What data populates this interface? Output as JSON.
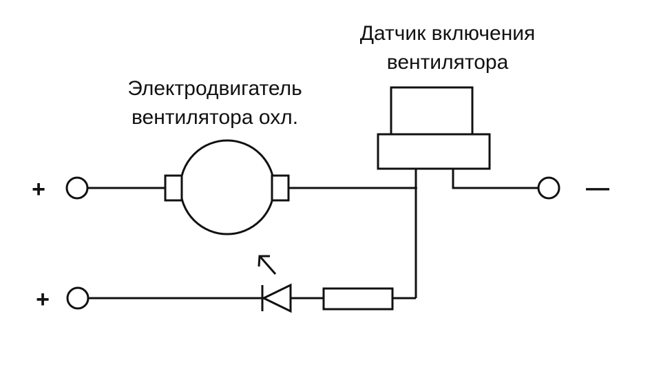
{
  "labels": {
    "motor_line1": "Электродвигатель",
    "motor_line2": "вентилятора охл.",
    "sensor_line1": "Датчик включения",
    "sensor_line2": "вентилятора"
  },
  "terminals": {
    "top_left_sign": "+",
    "bottom_left_sign": "+",
    "right_sign": "—"
  },
  "colors": {
    "ink": "#111111",
    "background": "#ffffff"
  }
}
